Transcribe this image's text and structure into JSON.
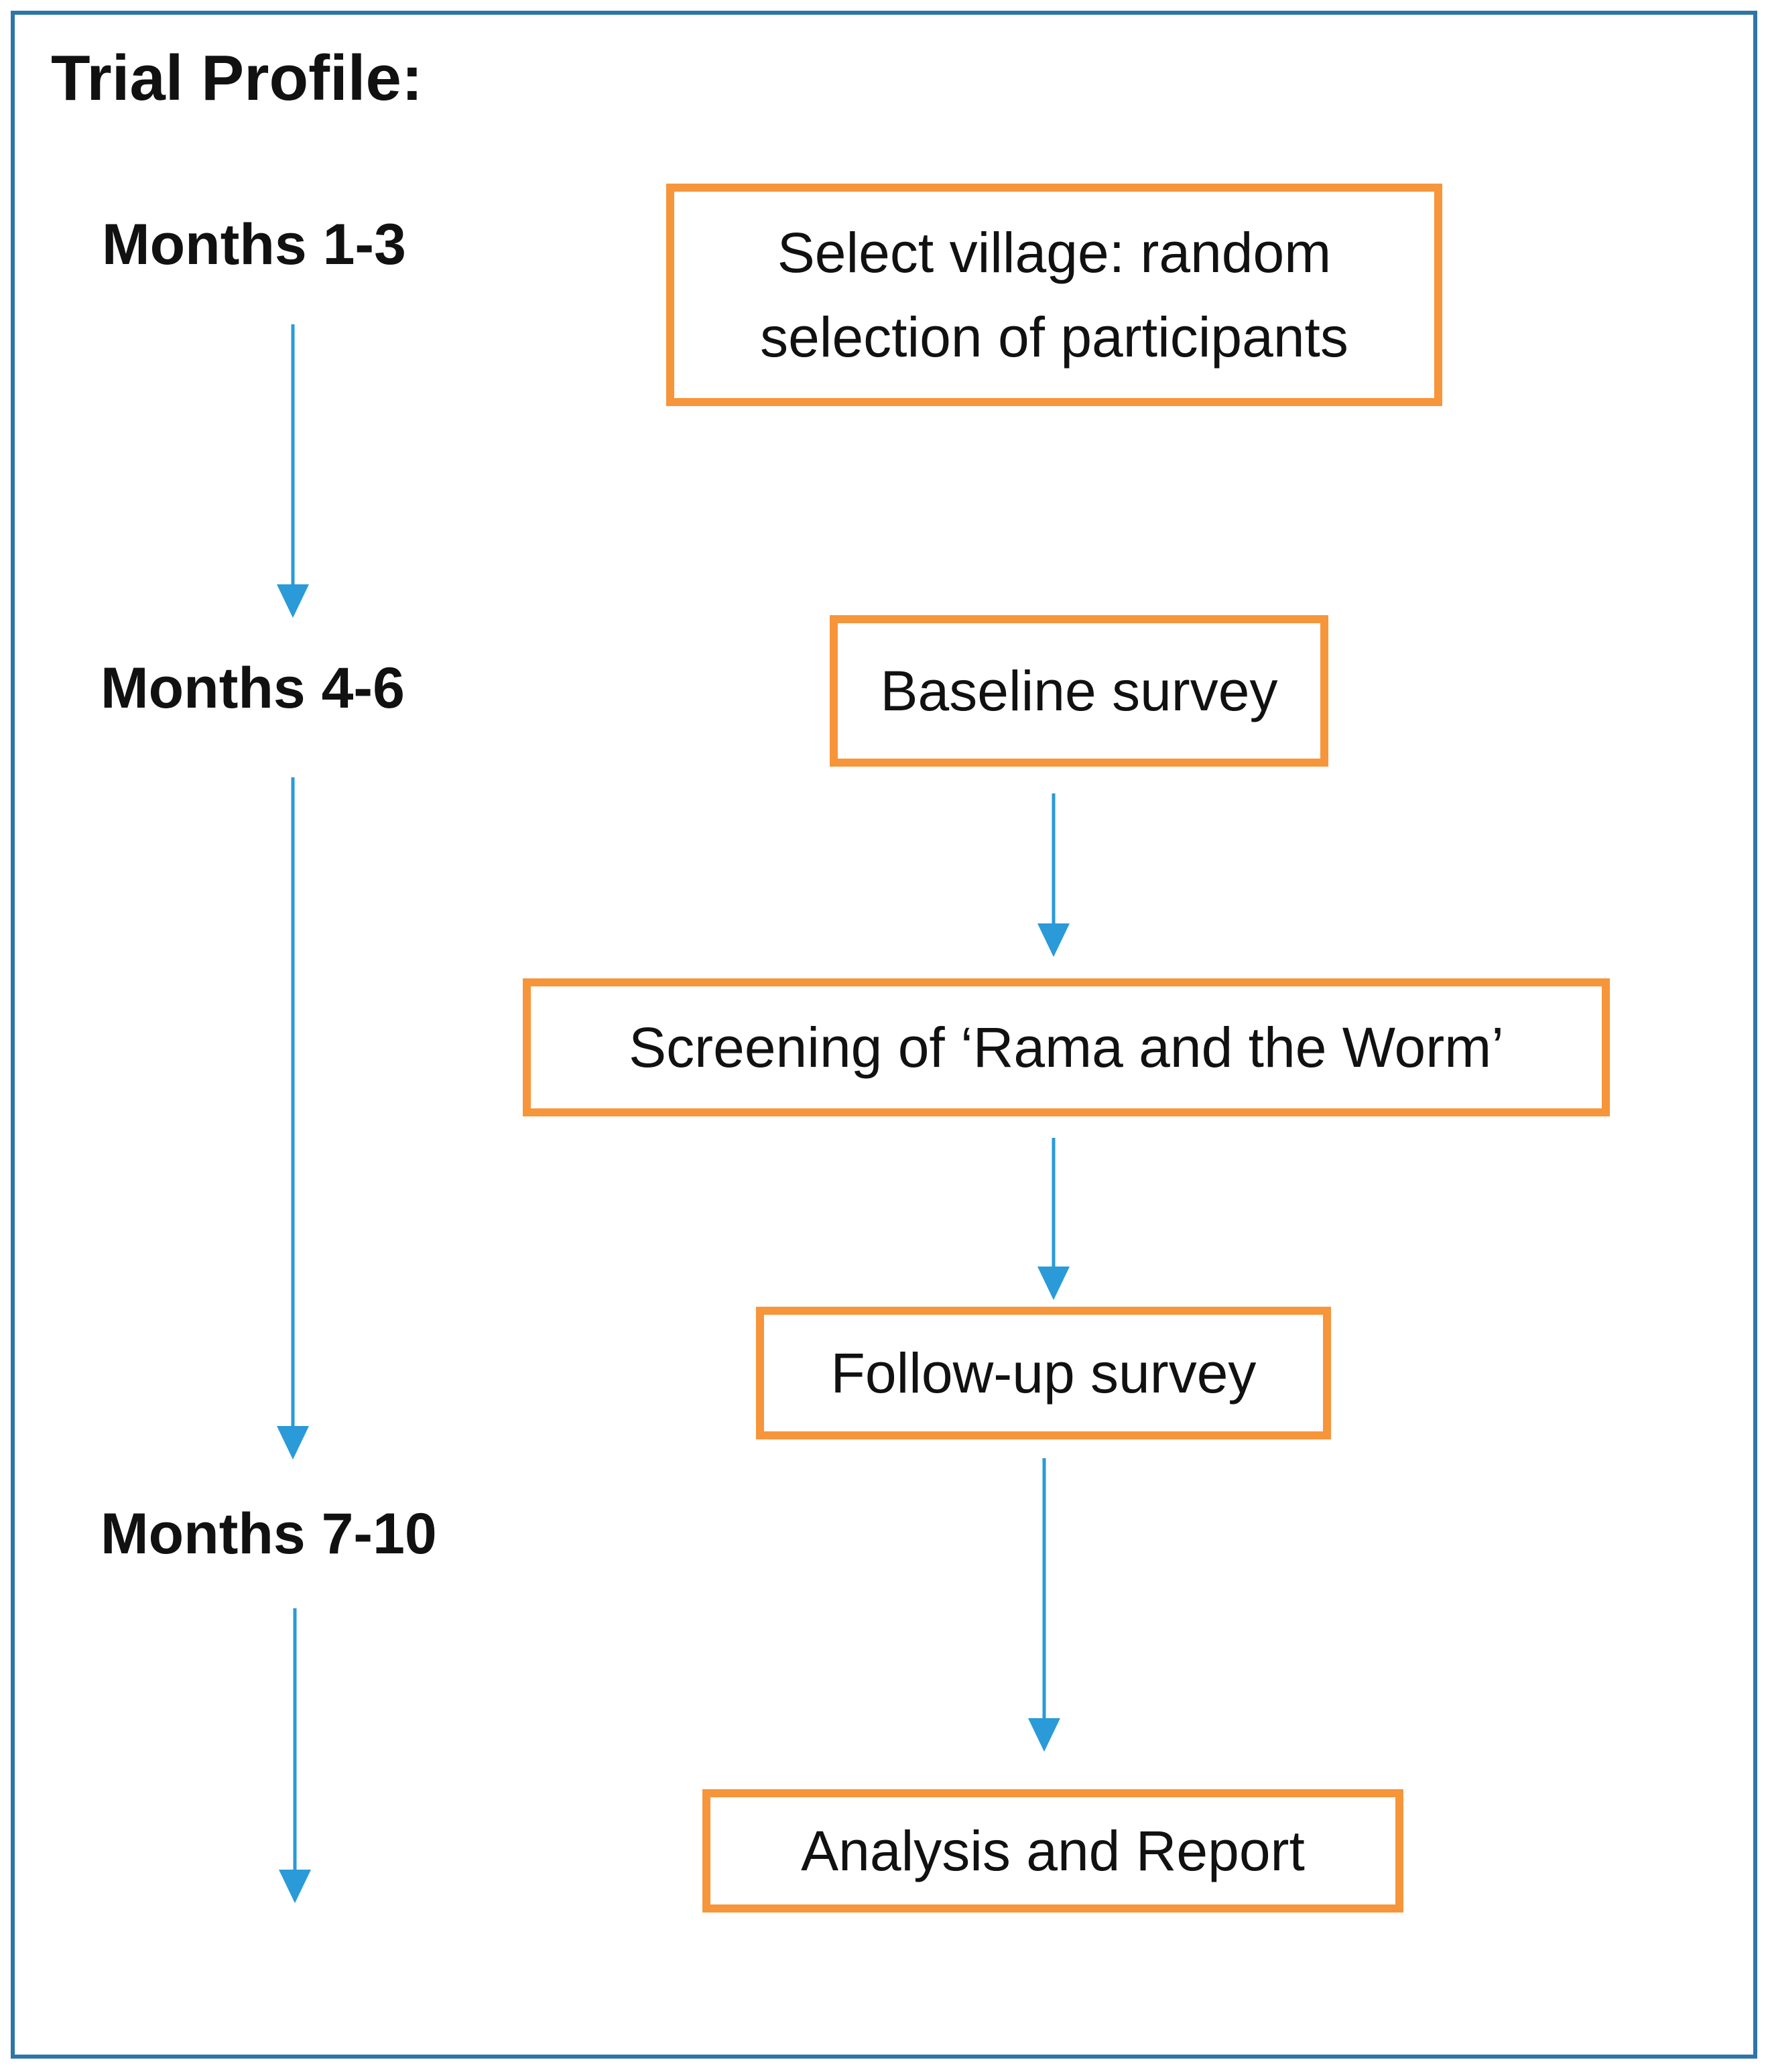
{
  "title": "Trial Profile:",
  "timeline": [
    {
      "label": "Months 1-3"
    },
    {
      "label": "Months 4-6"
    },
    {
      "label": "Months 7-10"
    }
  ],
  "steps": [
    {
      "lines": [
        "Select village:  random",
        "selection of participants"
      ]
    },
    {
      "lines": [
        "Baseline survey"
      ]
    },
    {
      "lines": [
        "Screening of ‘Rama and the Worm’"
      ]
    },
    {
      "lines": [
        "Follow-up survey"
      ]
    },
    {
      "lines": [
        "Analysis and Report"
      ]
    }
  ],
  "colors": {
    "frame": "#2e75a8",
    "box_border": "#f7953a",
    "arrow": "#2a9ad8",
    "text": "#111111"
  }
}
